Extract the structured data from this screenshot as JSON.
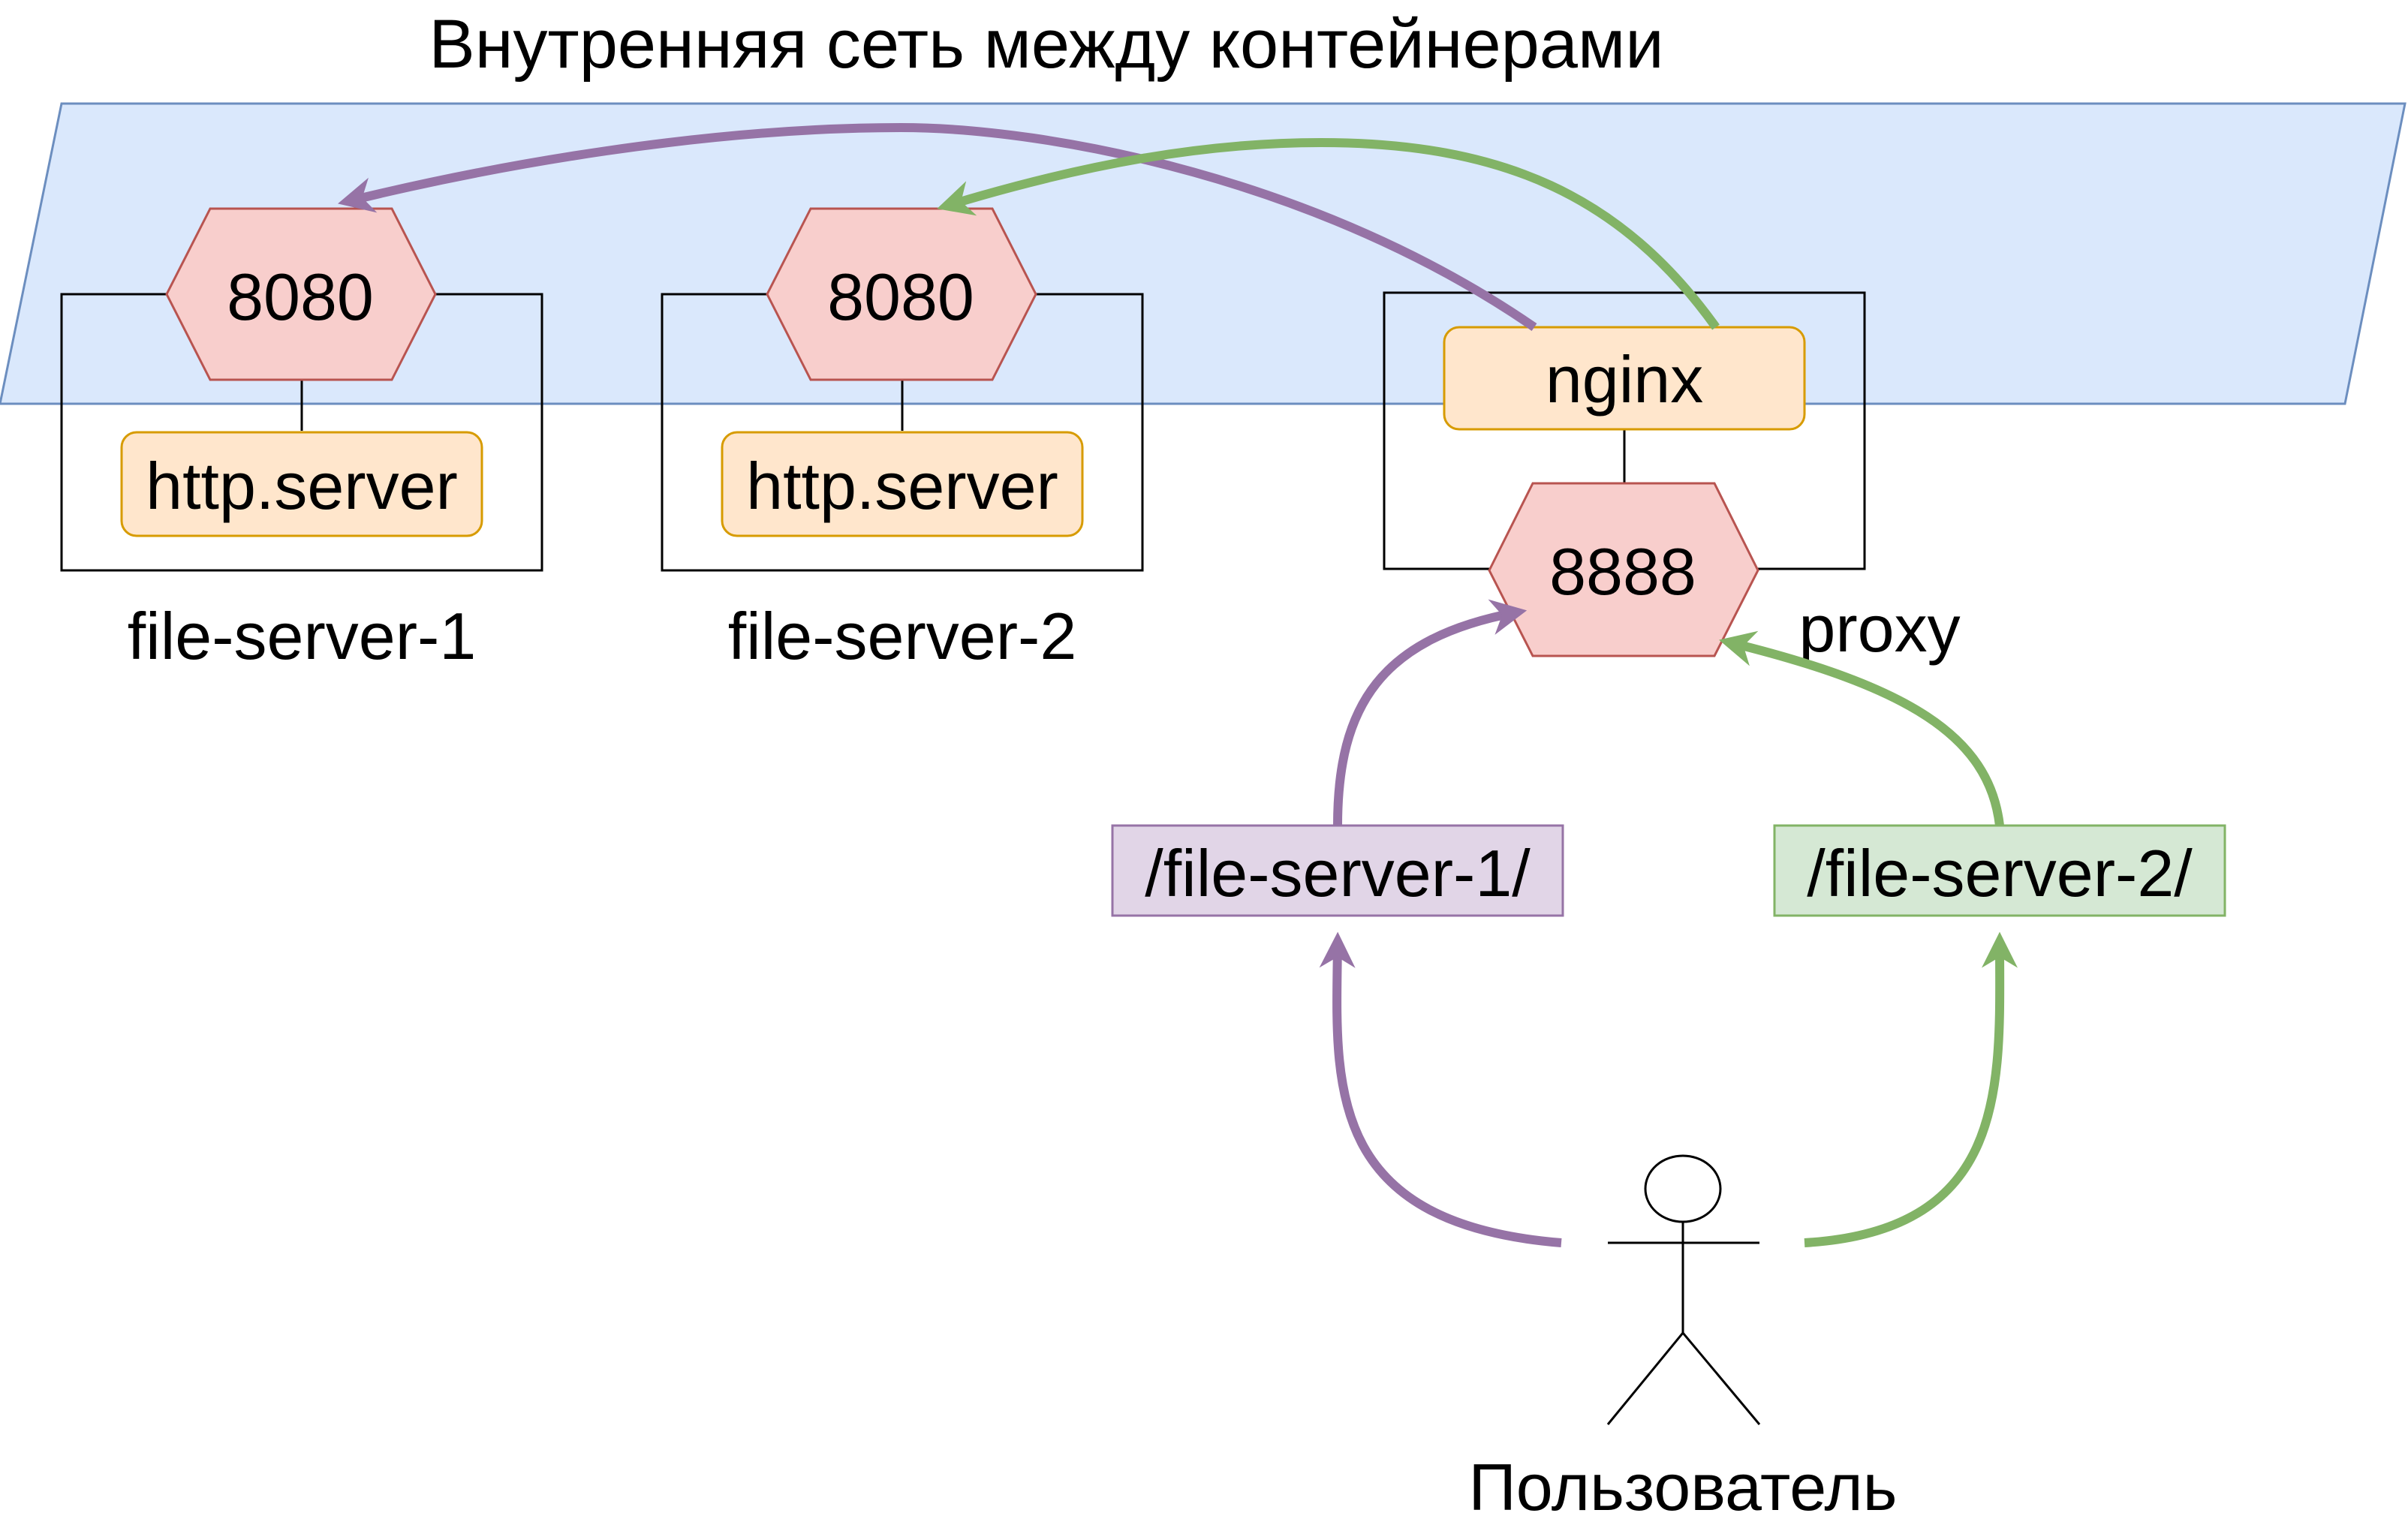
{
  "network": {
    "title": "Внутренняя сеть между контейнерами",
    "fill": "#dae8fc",
    "stroke": "#6c8ebf"
  },
  "containers": {
    "fs1": {
      "name": "file-server-1",
      "port": "8080",
      "service": "http.server"
    },
    "fs2": {
      "name": "file-server-2",
      "port": "8080",
      "service": "http.server"
    },
    "proxy": {
      "name": "proxy",
      "port": "8888",
      "service": "nginx"
    }
  },
  "routes": {
    "r1": {
      "label": "/file-server-1/",
      "color": "#9673a6",
      "fill": "#e1d5e7"
    },
    "r2": {
      "label": "/file-server-2/",
      "color": "#82b366",
      "fill": "#d5e8d4"
    }
  },
  "user": {
    "label": "Пользователь",
    "icon": "actor-stick-figure"
  },
  "colors": {
    "port_fill": "#f8cecc",
    "port_stroke": "#b85450",
    "service_fill": "#ffe6cc",
    "service_stroke": "#d79b00"
  }
}
